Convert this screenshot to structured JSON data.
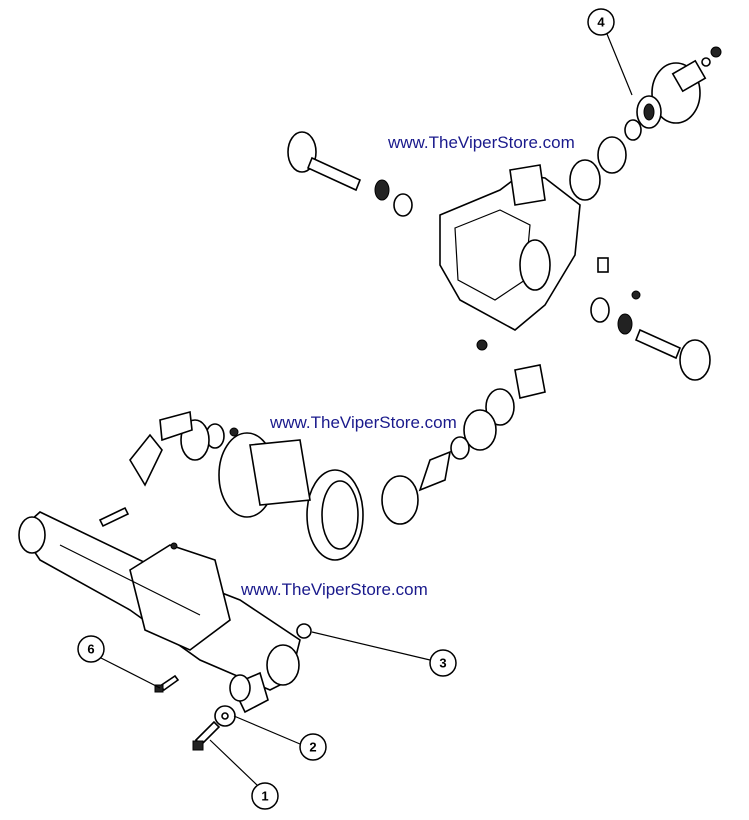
{
  "watermarks": [
    "www.TheViperStore.com",
    "www.TheViperStore.com",
    "www.TheViperStore.com"
  ],
  "callouts": [
    "4",
    "3",
    "6",
    "2",
    "1"
  ],
  "colors": {
    "watermark": "#1a1a8c",
    "line": "#000000"
  }
}
